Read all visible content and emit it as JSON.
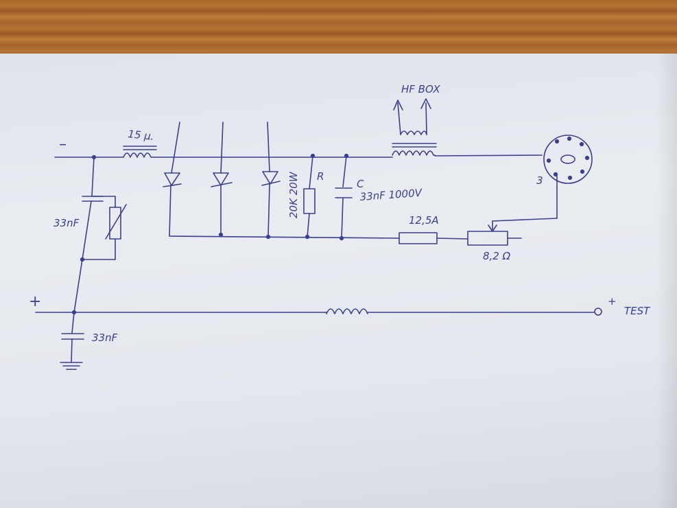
{
  "labels": {
    "minus": "–",
    "plus": "+",
    "inductor_top": "15 µ.",
    "hf_box": "HF BOX",
    "resistor": "20K 20W",
    "r_tag": "R",
    "c_tag": "C",
    "cap_main": "33nF 1000V",
    "node_3": "3",
    "fuse": "12,5A",
    "rheostat": "8,2 Ω",
    "cap_left": "33nF",
    "cap_bottom": "33nF",
    "test_plus": "+",
    "test": "TEST"
  },
  "colors": {
    "ink": "#3b3f8f",
    "paper": "#e6e9ee",
    "table": "#a8652b"
  }
}
